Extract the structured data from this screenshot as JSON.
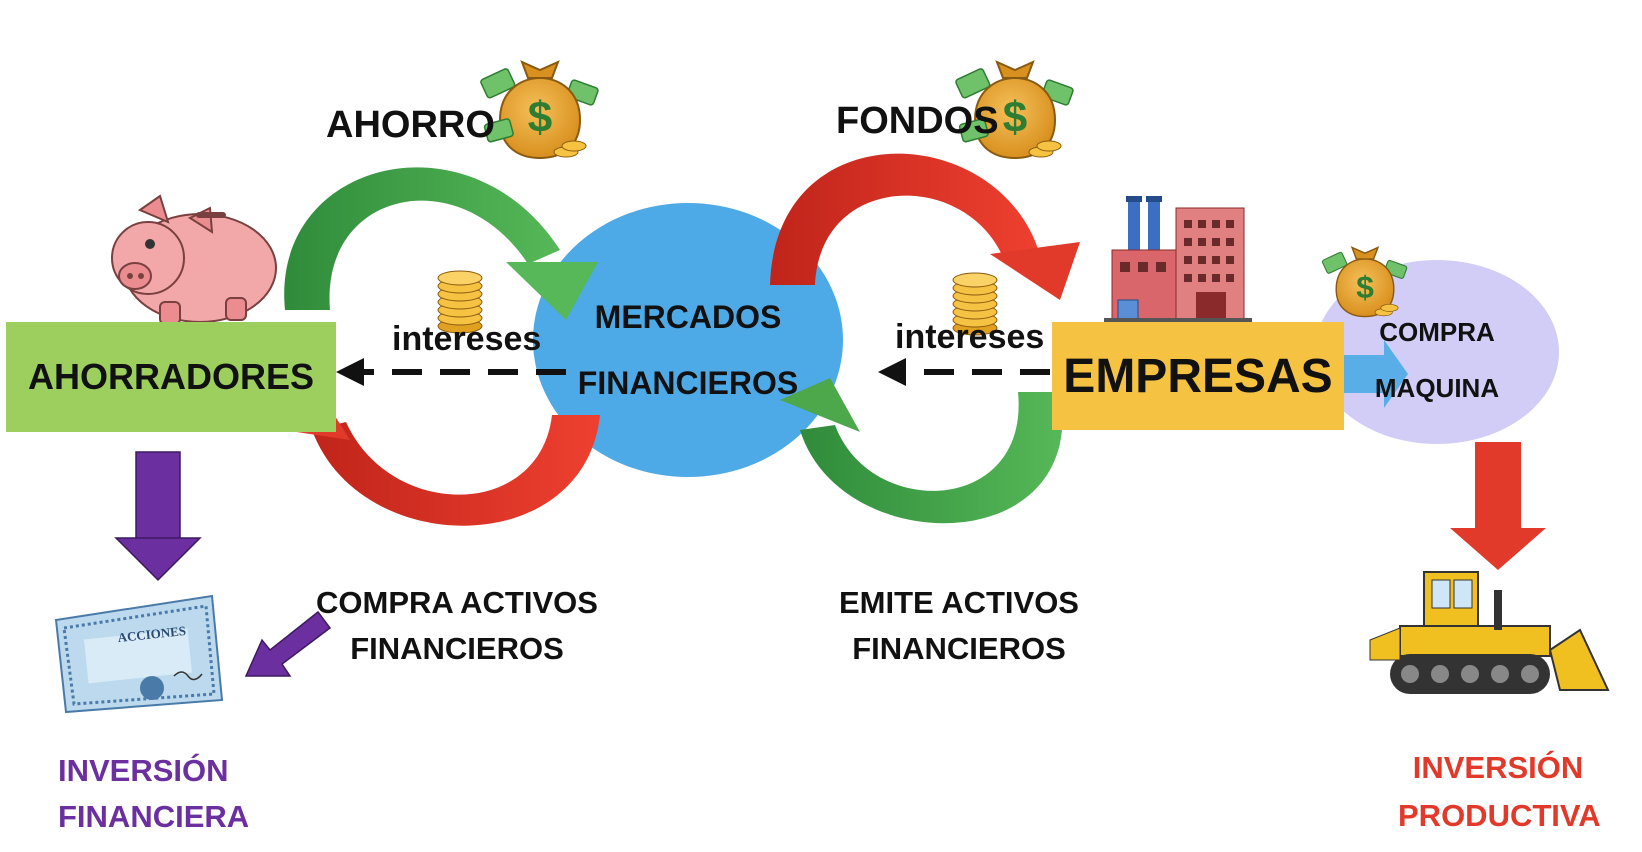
{
  "nodes": {
    "ahorradores": "AHORRADORES",
    "mercados_line1": "MERCADOS",
    "mercados_line2": "FINANCIEROS",
    "empresas": "EMPRESAS",
    "compra_line1": "COMPRA",
    "compra_line2": "MAQUINA"
  },
  "flows": {
    "ahorro": "AHORRO",
    "fondos": "FONDOS",
    "intereses_left": "intereses",
    "intereses_right": "intereses",
    "compra_activos_line1": "COMPRA ACTIVOS",
    "compra_activos_line2": "FINANCIEROS",
    "emite_activos_line1": "EMITE ACTIVOS",
    "emite_activos_line2": "FINANCIEROS"
  },
  "outcomes": {
    "inversion_financiera_line1": "INVERSIÓN",
    "inversion_financiera_line2": "FINANCIERA",
    "inversion_productiva_line1": "INVERSIÓN",
    "inversion_productiva_line2": "PRODUCTIVA"
  },
  "certificate_text": "ACCIONES",
  "icons": [
    "piggy-bank-icon",
    "money-bag-icon",
    "coin-stack-icon",
    "factory-icon",
    "certificate-icon",
    "bulldozer-icon"
  ],
  "colors": {
    "ahorradores_box": "#9ccf5e",
    "mercados_circle": "#4eaae6",
    "empresas_box": "#f5c242",
    "compra_ellipse": "#cfcaf5",
    "green_arrow": "#4ca84a",
    "red_arrow": "#e23a2a",
    "purple": "#6b2fa0",
    "blue_arrow": "#5aaee8",
    "inversion_financiera": "#6b2fa0",
    "inversion_productiva": "#e23a2a"
  }
}
